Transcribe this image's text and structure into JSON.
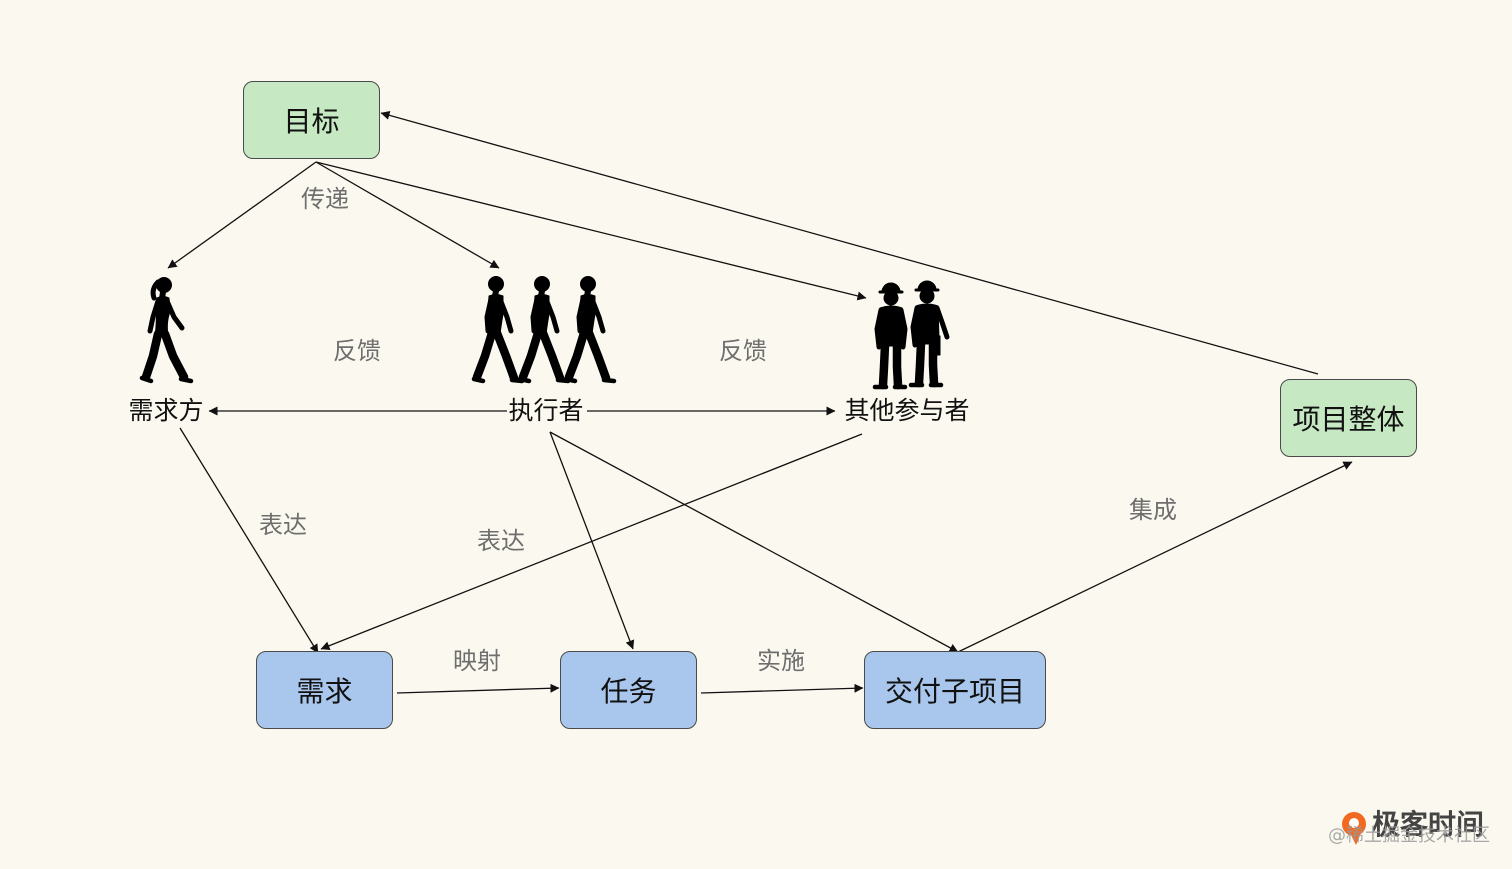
{
  "nodes": {
    "goal": "目标",
    "project_whole": "项目整体",
    "requirement": "需求",
    "task": "任务",
    "deliverable_subproject": "交付子项目"
  },
  "actors": {
    "demander": "需求方",
    "executor": "执行者",
    "other_participants": "其他参与者"
  },
  "edge_labels": {
    "convey": "传递",
    "feedback_left": "反馈",
    "feedback_right": "反馈",
    "express_left": "表达",
    "express_right": "表达",
    "map": "映射",
    "implement": "实施",
    "integrate": "集成"
  },
  "watermark": {
    "logo_text": "极客时间",
    "community": "@稀土掘金技术社区"
  },
  "icons": {
    "demander": "walking-woman-silhouette-icon",
    "executor": "three-walking-men-silhouette-icon",
    "other_participants": "two-hardhat-workers-silhouette-icon",
    "logo": "geektime-logo-icon"
  },
  "colors": {
    "background": "#fbf9ef",
    "green_box": "#c6e8c2",
    "blue_box": "#a9c7ec",
    "edge_label": "#6e6e6e",
    "logo_orange": "#f26a21"
  }
}
